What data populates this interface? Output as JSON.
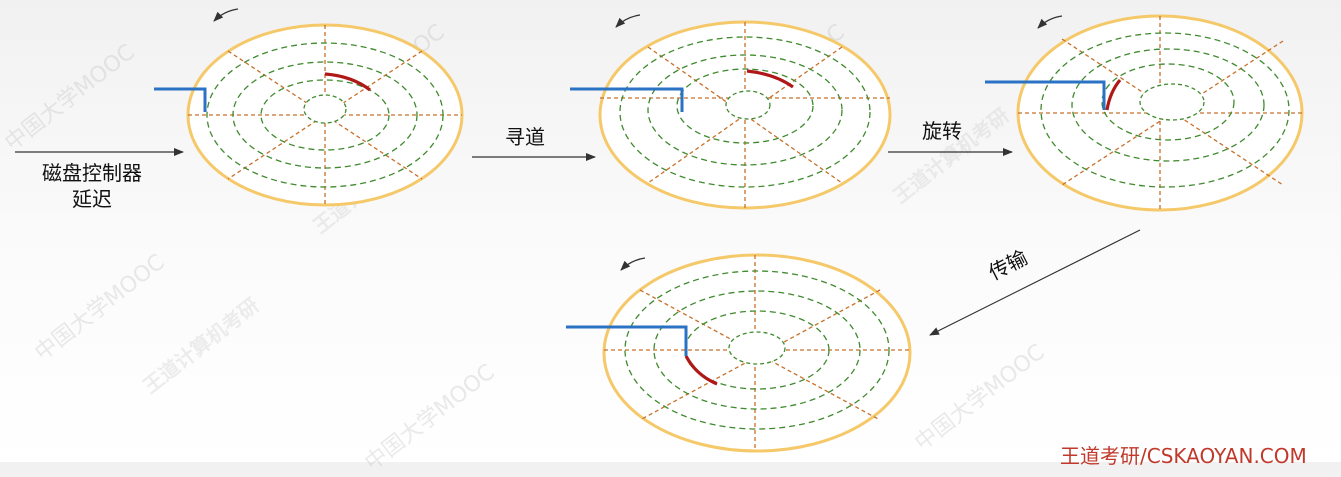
{
  "labels": {
    "controller_delay_line1": "磁盘控制器",
    "controller_delay_line2": "延迟",
    "seek": "寻道",
    "rotate": "旋转",
    "transfer": "传输"
  },
  "watermarks": {
    "mooc": "中国大学MOOC",
    "brand": "王道计算机考研"
  },
  "footer_text": "王道考研/CSKAOYAN.COM",
  "colors": {
    "platter_edge": "#f5c96a",
    "track": "#3f8a2e",
    "sector_line": "#c8702a",
    "head_arm": "#2a72c4",
    "target_sector": "#b01818",
    "arrow": "#333333",
    "footer": "#c0392b"
  },
  "icons": {
    "rotation_arrow": "counterclockwise-arrow-icon"
  }
}
